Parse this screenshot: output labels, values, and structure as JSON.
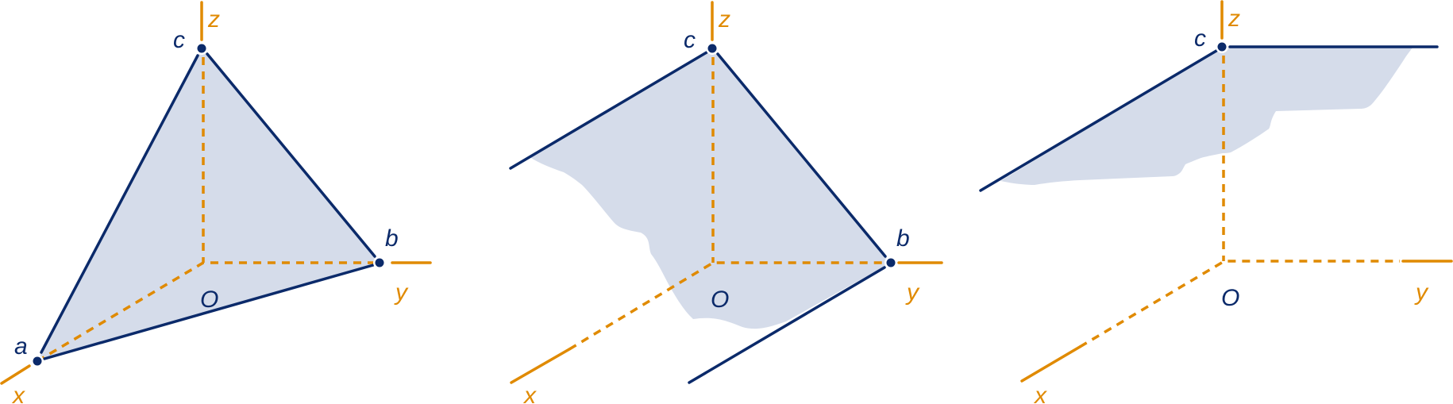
{
  "colors": {
    "edge": "#0b2a6a",
    "axis": "#e08a00",
    "surface": "#d5dcea"
  },
  "panels": [
    {
      "labels": {
        "z": "z",
        "y": "y",
        "x": "x",
        "origin": "O",
        "a": "a",
        "b": "b",
        "c": "c"
      }
    },
    {
      "labels": {
        "z": "z",
        "y": "y",
        "x": "x",
        "origin": "O",
        "b": "b",
        "c": "c"
      }
    },
    {
      "labels": {
        "z": "z",
        "y": "y",
        "x": "x",
        "origin": "O",
        "c": "c"
      }
    }
  ]
}
